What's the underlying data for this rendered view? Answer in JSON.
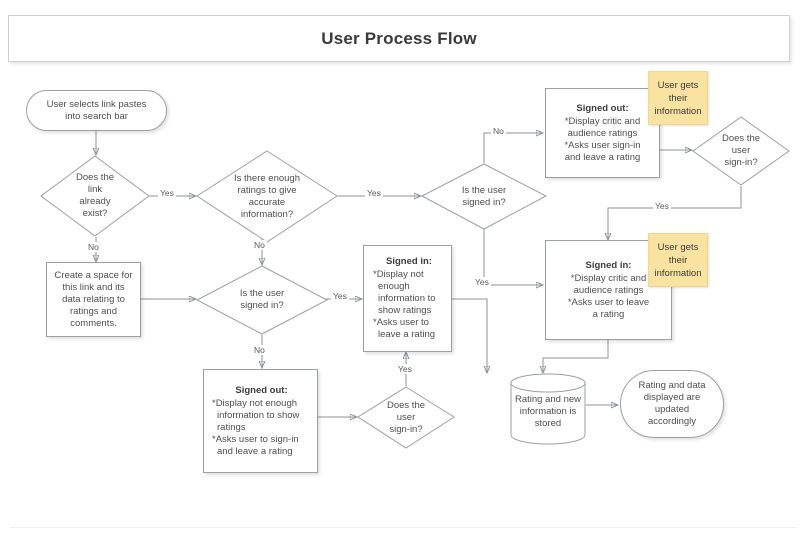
{
  "page": {
    "title": "User Process Flow",
    "accent_sticky": "#fae3a0",
    "stroke": "#8d9399"
  },
  "nodes": {
    "start": {
      "lines": [
        "User selects link pastes",
        "into search bar"
      ]
    },
    "d_link_exists": {
      "lines": [
        "Does the link",
        "already exist?"
      ]
    },
    "d_enough_ratings": {
      "lines": [
        "Is there enough",
        "ratings to give accurate",
        "information?"
      ]
    },
    "d_signed_in_top": {
      "lines": [
        "Is the user signed in?"
      ]
    },
    "create_space": {
      "lines": [
        "Create a space for",
        "this link and its",
        "data relating to",
        "ratings and",
        "comments."
      ]
    },
    "d_signed_in_left": {
      "lines": [
        "Is the user signed in?"
      ]
    },
    "signed_out_top": {
      "header": "Signed out:",
      "lines": [
        "*Display critic and",
        "audience ratings",
        "*Asks user sign-in",
        "and leave a rating"
      ]
    },
    "d_does_user_signin_top": {
      "lines": [
        "Does the user",
        "sign-in?"
      ]
    },
    "signed_in_right": {
      "header": "Signed in:",
      "lines": [
        "*Display critic and",
        "audience ratings",
        "*Asks user to leave",
        "a rating"
      ]
    },
    "signed_in_mid": {
      "header": "Signed in:",
      "lines": [
        "*Display not",
        "enough",
        "information to",
        "show ratings",
        "*Asks user to",
        "leave a rating"
      ]
    },
    "signed_out_bottom": {
      "header": "Signed out:",
      "lines": [
        "*Display not enough",
        "information to show",
        "ratings",
        "*Asks user to sign-in",
        "and leave a rating"
      ]
    },
    "d_does_user_signin_bottom": {
      "lines": [
        "Does the user",
        "sign-in?"
      ]
    },
    "storage": {
      "lines": [
        "Rating and",
        "new",
        "information",
        "is stored"
      ]
    },
    "end": {
      "lines": [
        "Rating and data",
        "displayed are",
        "updated",
        "accordingly"
      ]
    }
  },
  "stickies": {
    "top": {
      "lines": [
        "User gets",
        "their",
        "information"
      ]
    },
    "mid": {
      "lines": [
        "User gets",
        "their",
        "information"
      ]
    }
  },
  "edge_labels": {
    "yes_link_exists": "Yes",
    "no_link_exists": "No",
    "yes_enough_ratings": "Yes",
    "no_enough_ratings": "No",
    "no_signed_in_top": "No",
    "yes_signed_in_top": "Yes",
    "yes_does_signin_top": "Yes",
    "yes_signed_in_left": "Yes",
    "no_signed_in_left": "No",
    "yes_does_signin_bottom": "Yes"
  }
}
